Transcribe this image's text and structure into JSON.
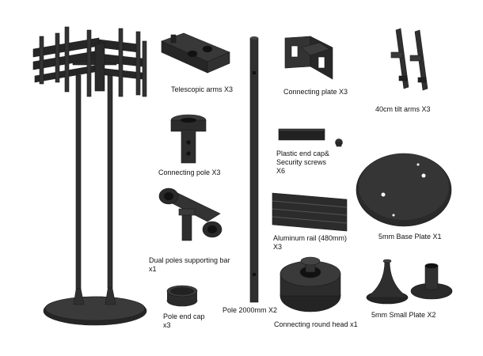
{
  "colors": {
    "part": "#2b2b2b",
    "part_dark": "#1a1a1a",
    "part_light": "#4a4a4a",
    "background": "#ffffff"
  },
  "labels": {
    "telescopic_arms": "Telescopic arms X3",
    "connecting_plate": "Connecting plate X3",
    "tilt_arms": "40cm tilt arms X3",
    "connecting_pole": "Connecting pole X3",
    "end_cap_line1": "Plastic end cap&",
    "end_cap_line2": "Security screws",
    "end_cap_line3": "X6",
    "base_plate": "5mm Base Plate X1",
    "rail_line1": "Aluminum rail (480mm)",
    "rail_line2": "X3",
    "dual_poles_line1": "Dual poles supporting bar",
    "dual_poles_line2": "x1",
    "pole_end_cap_line1": "Pole end cap",
    "pole_end_cap_line2": "x3",
    "pole": "Pole 2000mm X2",
    "round_head": "Connecting round head x1",
    "small_plate": "5mm Small Plate X2"
  }
}
